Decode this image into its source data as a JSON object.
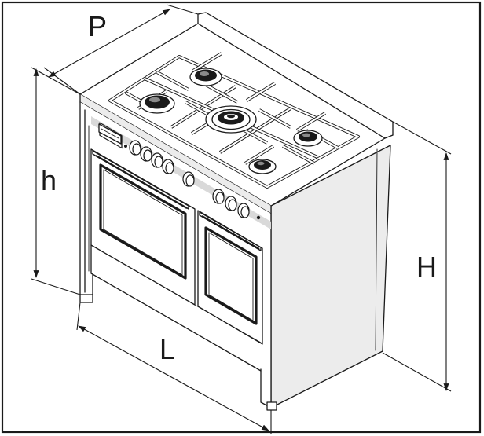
{
  "diagram": {
    "labels": {
      "depth": "P",
      "height_hob": "h",
      "height_total": "H",
      "length": "L"
    }
  }
}
